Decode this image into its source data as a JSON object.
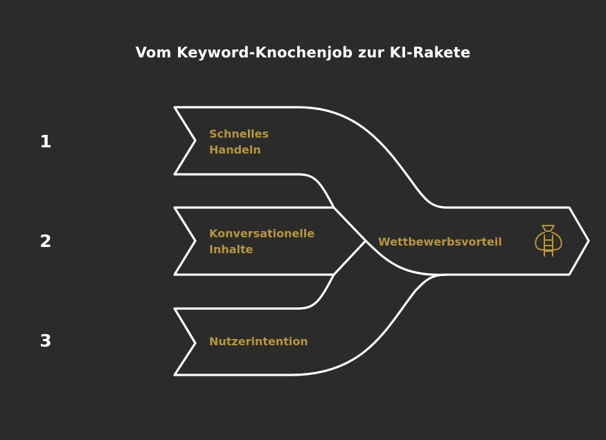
{
  "title": "Vom Keyword-Knochenjob zur KI-Rakete",
  "steps": [
    {
      "number": "1",
      "label": "Schnelles\nHandeln"
    },
    {
      "number": "2",
      "label": "Konversationelle\nInhalte"
    },
    {
      "number": "3",
      "label": "Nutzerintention"
    }
  ],
  "output": {
    "label": "Wettbewerbsvorteil",
    "icon": "money-bag-ladder-icon"
  },
  "colors": {
    "background": "#2b2b2b",
    "stroke": "#ffffff",
    "label": "#b8963a"
  }
}
